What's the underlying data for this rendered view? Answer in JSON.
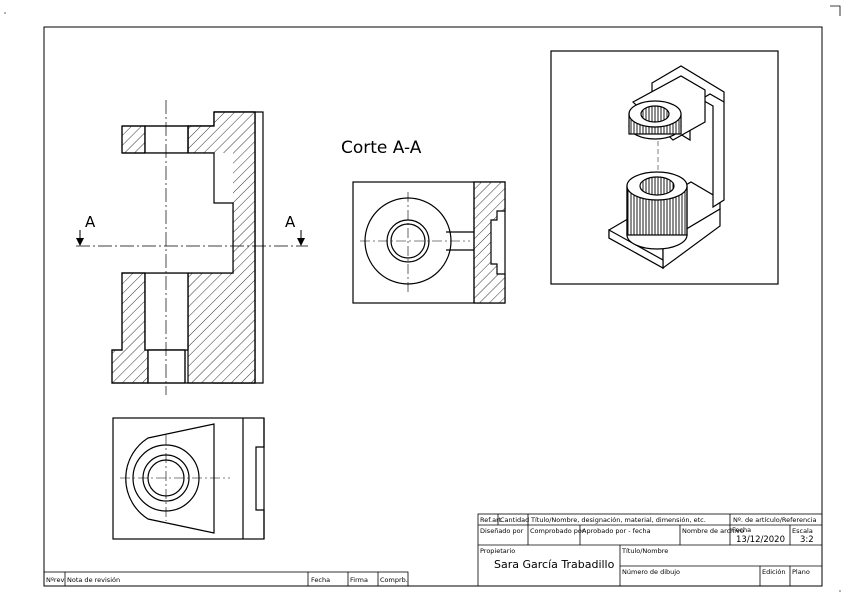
{
  "section": {
    "title": "Corte A-A",
    "cut_label_left": "A",
    "cut_label_right": "A"
  },
  "title_block": {
    "ref": "Ref.art",
    "quantity": "Cantidad",
    "title_desc": "Título/Nombre, designación, material, dimensión, etc.",
    "article_no": "Nº. de artículo/Referencia",
    "designed_by": "Diseñado por",
    "checked_by": "Comprobado por",
    "approved_by": "Aprobado por - fecha",
    "file_name": "Nombre de archivo",
    "date_label": "Fecha",
    "date_value": "13/12/2020",
    "scale_label": "Escala",
    "scale_value": "3:2",
    "owner_label": "Propietario",
    "owner_value": "Sara García Trabadillo",
    "title_label": "Título/Nombre",
    "drawing_no": "Número de dibujo",
    "edition": "Edición",
    "sheet": "Plano"
  },
  "revision_block": {
    "no_rev": "Nºrev",
    "note": "Nota de revisión",
    "date": "Fecha",
    "signature": "Firma",
    "checked": "Comprb."
  }
}
